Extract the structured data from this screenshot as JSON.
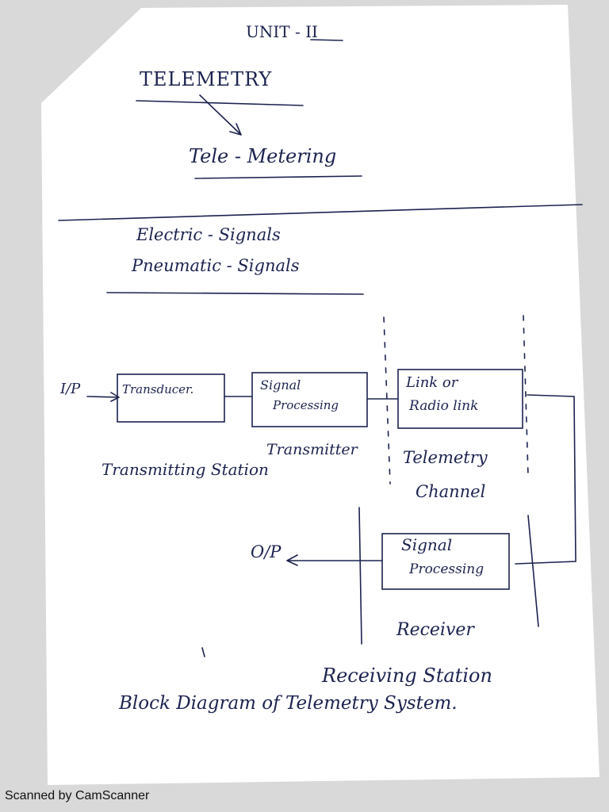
{
  "header": {
    "unit": "UNIT - II"
  },
  "title": {
    "main": "TELEMETRY",
    "sub": "Tele - Metering"
  },
  "signals": [
    "Electric - Signals",
    "Pneumatic - Signals"
  ],
  "diagram": {
    "input_label": "I/P",
    "output_label": "O/P",
    "blocks": {
      "transducer": "Transducer.",
      "signal_processing_tx": [
        "Signal",
        "Processing"
      ],
      "link": [
        "Link or",
        "Radio link"
      ],
      "signal_processing_rx": [
        "Signal",
        "Processing"
      ]
    },
    "labels": {
      "transmitter": "Transmitter",
      "transmitting_station": "Transmitting Station",
      "telemetry_channel": [
        "Telemetry",
        "Channel"
      ],
      "receiver": "Receiver",
      "receiving_station": "Receiving Station"
    },
    "caption": "Block Diagram of Telemetry System."
  },
  "footer": {
    "scanner": "Scanned by CamScanner"
  }
}
